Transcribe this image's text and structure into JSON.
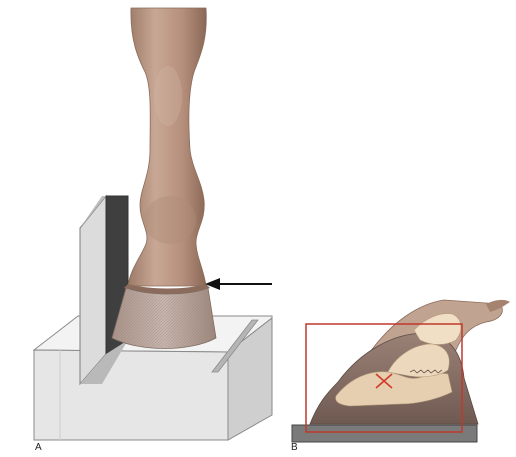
{
  "panels": [
    {
      "id": "A",
      "label": "A"
    },
    {
      "id": "B",
      "label": "B"
    }
  ],
  "colors": {
    "skin": "#b99683",
    "skin_shadow": "#8c6a58",
    "hoof": "#b7a49b",
    "block": "#e9e9e9",
    "block_edge": "#9a9a9a",
    "plate": "#6d6d6d",
    "arrow": "#111111",
    "frame": "#c0392b",
    "bone": "#e7d2b4",
    "mark": "#d13b2a"
  },
  "icons": {
    "arrow": "left-arrow-icon",
    "mark": "x-mark-icon"
  }
}
